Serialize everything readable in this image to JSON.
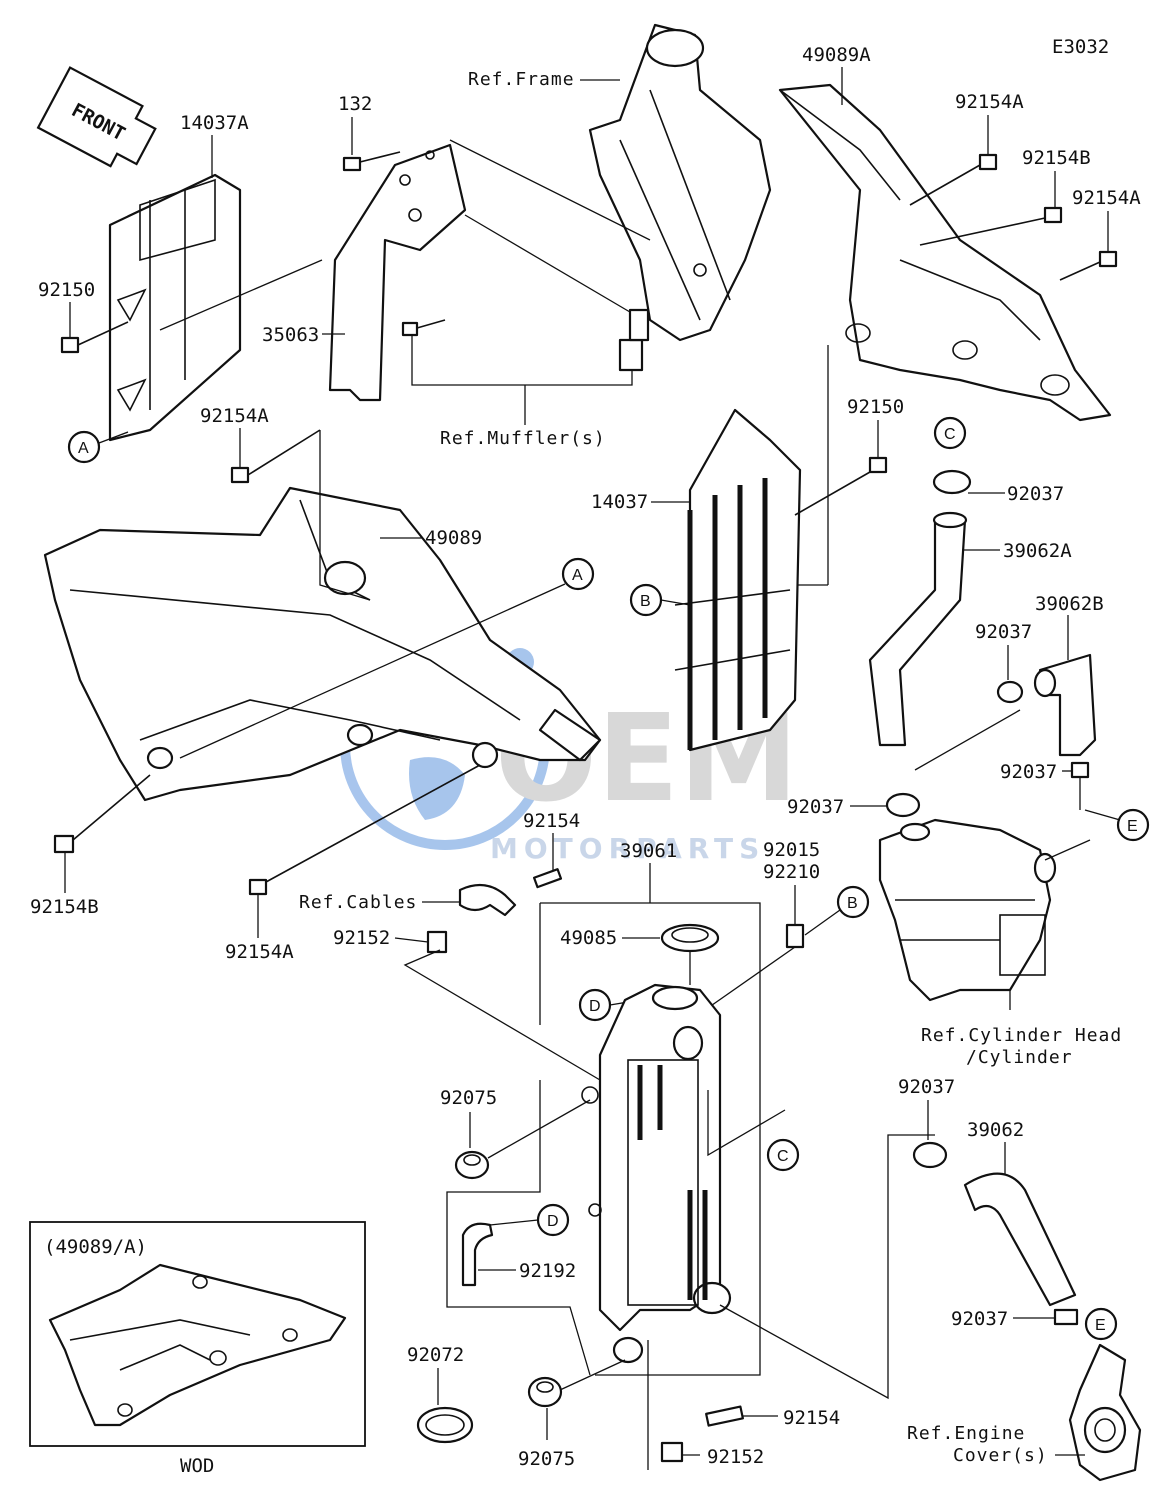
{
  "diagram_code": "E3032",
  "front_arrow": {
    "text": "FRONT"
  },
  "inset_title": "(49089/A)",
  "inset_note": "WOD",
  "watermark": {
    "brand": "OEM",
    "sub": "MOTORPARTS",
    "color": "#3e7fd6"
  },
  "labels": {
    "p14037A": "14037A",
    "p92150_left": "92150",
    "p132": "132",
    "p35063": "35063",
    "ref_frame": "Ref.Frame",
    "ref_mufflers": "Ref.Muffler(s)",
    "p49089A": "49089A",
    "p92154A_top": "92154A",
    "p92154B_top": "92154B",
    "p92154A_right": "92154A",
    "p92154A_mid": "92154A",
    "p49089": "49089",
    "p92150_mid": "92150",
    "p14037": "14037",
    "p92037_c": "92037",
    "p39062A": "39062A",
    "p39062B": "39062B",
    "p92037_b1": "92037",
    "p92037_b2": "92037",
    "p92037_e": "92037",
    "p92154B_left": "92154B",
    "p92154A_low": "92154A",
    "p92154_cab": "92154",
    "ref_cables": "Ref.Cables",
    "p92152_left": "92152",
    "p39061": "39061",
    "p92015": "92015",
    "p92210": "92210",
    "p49085": "49085",
    "ref_cylinder_1": "Ref.Cylinder Head",
    "ref_cylinder_2": "/Cylinder",
    "p92075_top": "92075",
    "p92192": "92192",
    "p92037_low": "92037",
    "p39062": "39062",
    "p92037_eng": "92037",
    "p92072": "92072",
    "p92075_bot": "92075",
    "p92154_bot": "92154",
    "p92152_bot": "92152",
    "ref_engine_1": "Ref.Engine",
    "ref_engine_2": "Cover(s)"
  },
  "callouts": {
    "A": "A",
    "B": "B",
    "C": "C",
    "D": "D",
    "E": "E"
  }
}
